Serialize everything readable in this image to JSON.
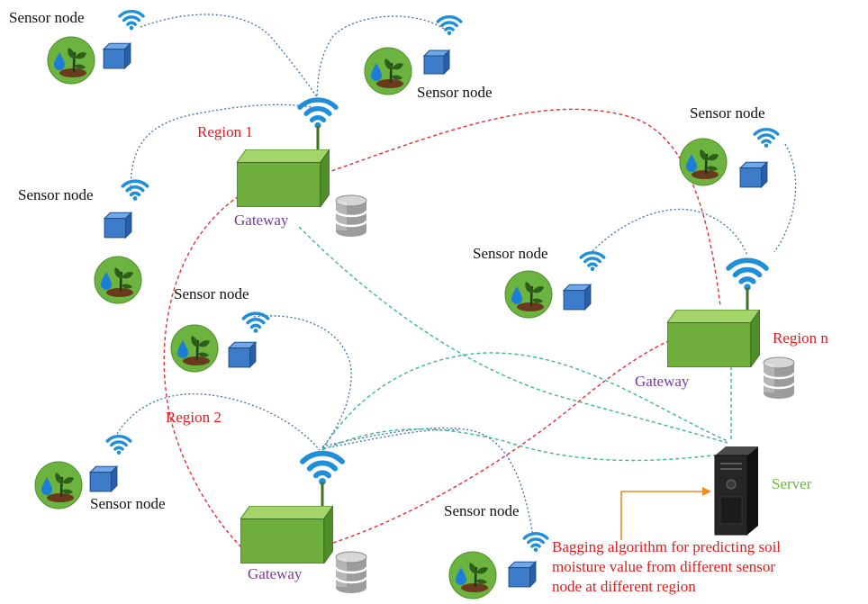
{
  "labels": {
    "sensor_node": "Sensor node",
    "region_1": "Region 1",
    "region_2": "Region 2",
    "region_n": "Region n",
    "gateway": "Gateway",
    "server": "Server"
  },
  "note_lines": [
    "Bagging algorithm for predicting soil",
    "moisture value from different sensor",
    "node at different region"
  ],
  "colors": {
    "sensor_link": "#3b6fb6",
    "region_link": "#e03030",
    "server_link": "#3bb59a",
    "gateway_box": "#6fae3d",
    "plant_bg": "#6cb33f",
    "cube": "#3d7cc9",
    "wifi": "#1e8fd8",
    "arrow": "#f08a24"
  }
}
